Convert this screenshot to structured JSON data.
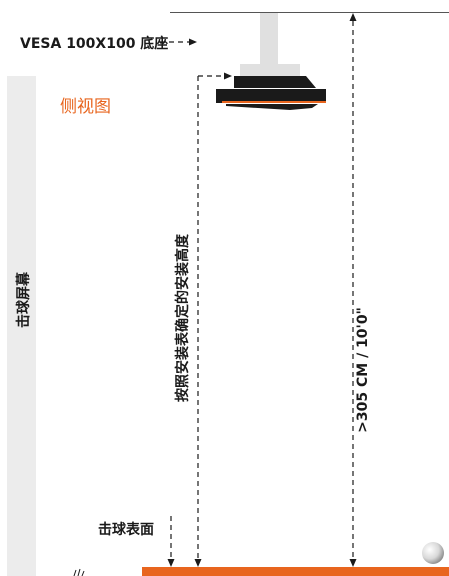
{
  "diagram": {
    "vesa_label": "VESA 100X100 底座",
    "side_view_label": "侧视图",
    "screen_label": "击球屏幕",
    "mount_height_label": "按照安装表确定的安装高度",
    "total_height_label": ">305 CM / 10'0\"",
    "hitting_surface_label": "击球表面",
    "colors": {
      "accent": "#e8651e",
      "screen_panel": "#ececec",
      "ceiling_mount": "#e0e0e0",
      "projector_body": "#1a1a1a",
      "line": "#1a1a1a"
    }
  }
}
